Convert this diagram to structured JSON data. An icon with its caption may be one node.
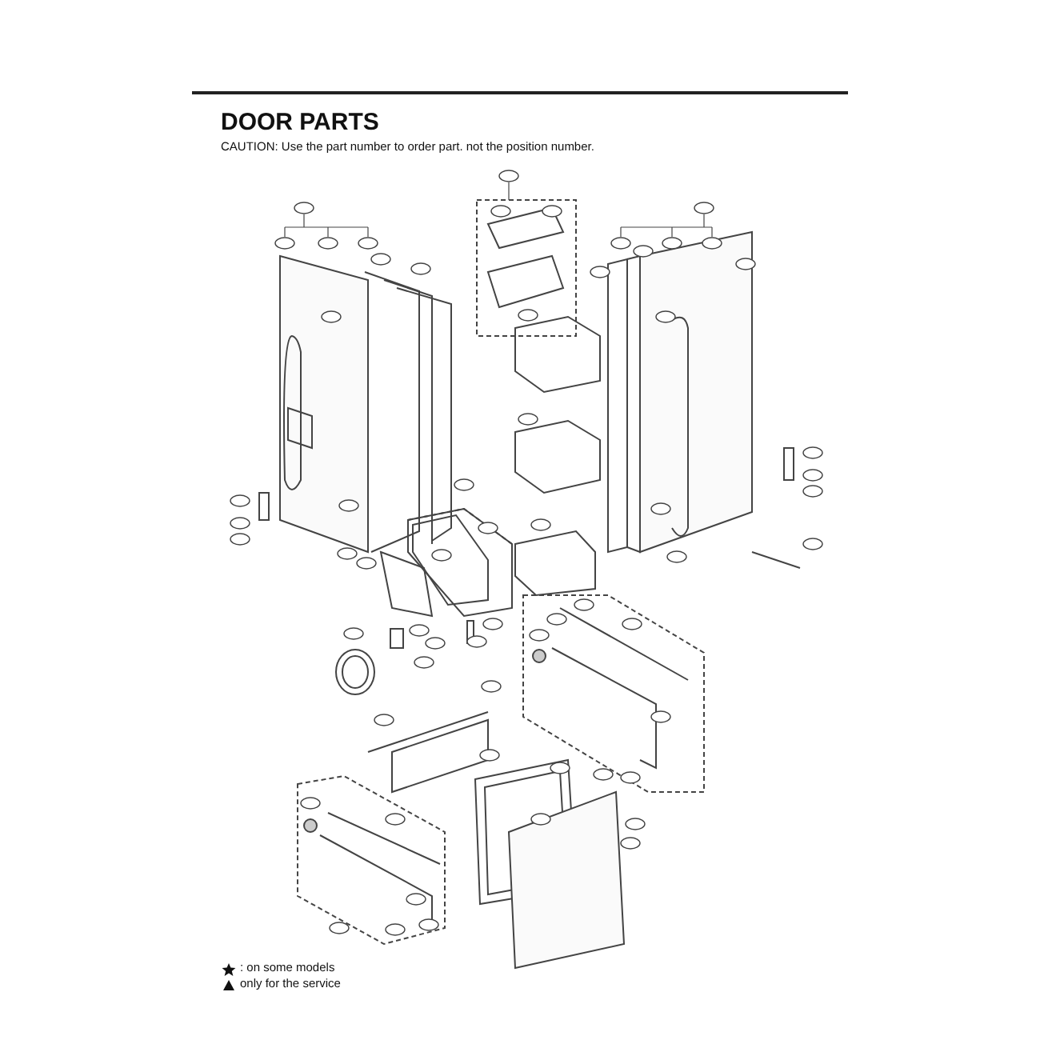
{
  "diagram": {
    "title": "DOOR PARTS",
    "caption": "CAUTION: Use the part number to order part. not the position number.",
    "legend": [
      {
        "text": ": on some models"
      },
      {
        "text": "only for the service"
      }
    ]
  }
}
